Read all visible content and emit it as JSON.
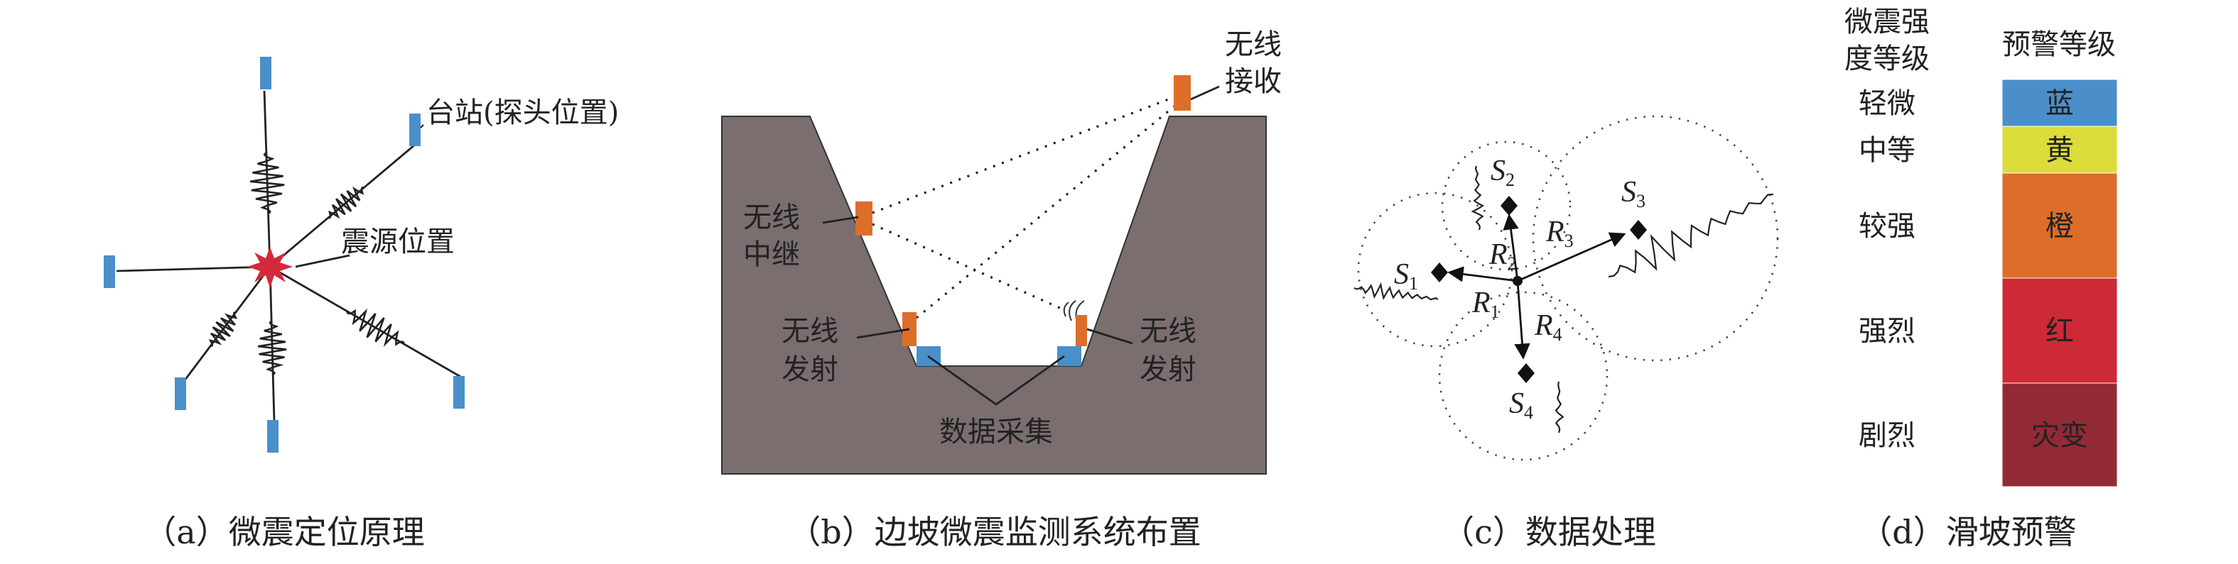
{
  "panel_a": {
    "caption": "（a）微震定位原理",
    "station_label": "台站(探头位置)",
    "source_label": "震源位置",
    "station_color": "#4a8fca",
    "source_color": "#d22a3a"
  },
  "panel_b": {
    "caption": "（b）边坡微震监测系统布置",
    "relay": [
      "无线",
      "中继"
    ],
    "receiver": [
      "无线",
      "接收"
    ],
    "emit_left": [
      "无线",
      "发射"
    ],
    "emit_right": [
      "无线",
      "发射"
    ],
    "acquisition": "数据采集",
    "ground_color": "#7a6e6e",
    "radio_color": "#dc6e2a",
    "sensor_color": "#4a8fca"
  },
  "panel_c": {
    "caption": "（c）数据处理",
    "sensors": [
      {
        "letter": "S",
        "sub": "1"
      },
      {
        "letter": "S",
        "sub": "2"
      },
      {
        "letter": "S",
        "sub": "3"
      },
      {
        "letter": "S",
        "sub": "4"
      }
    ],
    "radii": [
      {
        "letter": "R",
        "sub": "1"
      },
      {
        "letter": "R",
        "sub": "2"
      },
      {
        "letter": "R",
        "sub": "3"
      },
      {
        "letter": "R",
        "sub": "4"
      }
    ]
  },
  "panel_d": {
    "caption": "（d）滑坡预警",
    "col1_header": [
      "微震强",
      "度等级"
    ],
    "col2_header": "预警等级",
    "levels": [
      {
        "intensity": "轻微",
        "warning": "蓝",
        "color": "#4a8fca"
      },
      {
        "intensity": "中等",
        "warning": "黄",
        "color": "#dcdc3a"
      },
      {
        "intensity": "较强",
        "warning": "橙",
        "color": "#dc6e2a"
      },
      {
        "intensity": "强烈",
        "warning": "红",
        "color": "#cc2a36"
      },
      {
        "intensity": "剧烈",
        "warning": "灾变",
        "color": "#922a36"
      }
    ]
  }
}
